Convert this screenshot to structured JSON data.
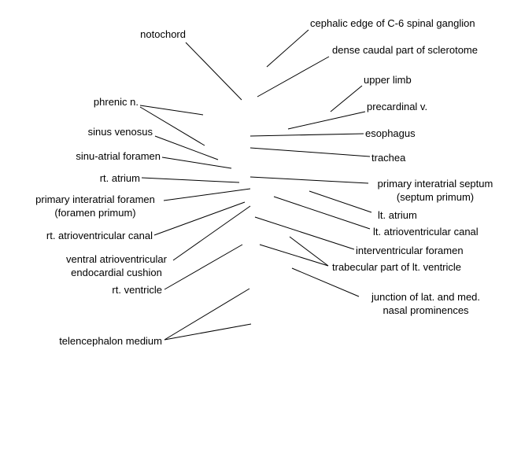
{
  "labels": {
    "notochord": "notochord",
    "cephalic_edge": "cephalic edge of C-6 spinal ganglion",
    "dense_caudal": "dense caudal part of sclerotome",
    "upper_limb": "upper limb",
    "phrenic_n": "phrenic n.",
    "precardinal_v": "precardinal v.",
    "sinus_venosus": "sinus venosus",
    "esophagus": "esophagus",
    "sinu_atrial_foramen": "sinu-atrial foramen",
    "trachea": "trachea",
    "rt_atrium": "rt. atrium",
    "primary_interatrial_septum_1": "primary interatrial septum",
    "primary_interatrial_septum_2": "(septum primum)",
    "primary_interatrial_foramen_1": "primary interatrial foramen",
    "primary_interatrial_foramen_2": "(foramen primum)",
    "lt_atrium": "lt. atrium",
    "lt_atrioventricular_canal": "lt. atrioventricular canal",
    "rt_atrioventricular_canal": "rt. atrioventricular canal",
    "interventricular_foramen": "interventricular foramen",
    "ventral_av_cushion_1": "ventral atrioventricular",
    "ventral_av_cushion_2": "endocardial cushion",
    "trabecular_lt_ventricle": "trabecular part of lt. ventricle",
    "rt_ventricle": "rt. ventricle",
    "junction_nasal_1": "junction of lat. and med.",
    "junction_nasal_2": "nasal prominences",
    "telencephalon_medium": "telencephalon medium"
  },
  "colors": {
    "line": "#000000",
    "text": "#000000",
    "background": "#ffffff"
  }
}
